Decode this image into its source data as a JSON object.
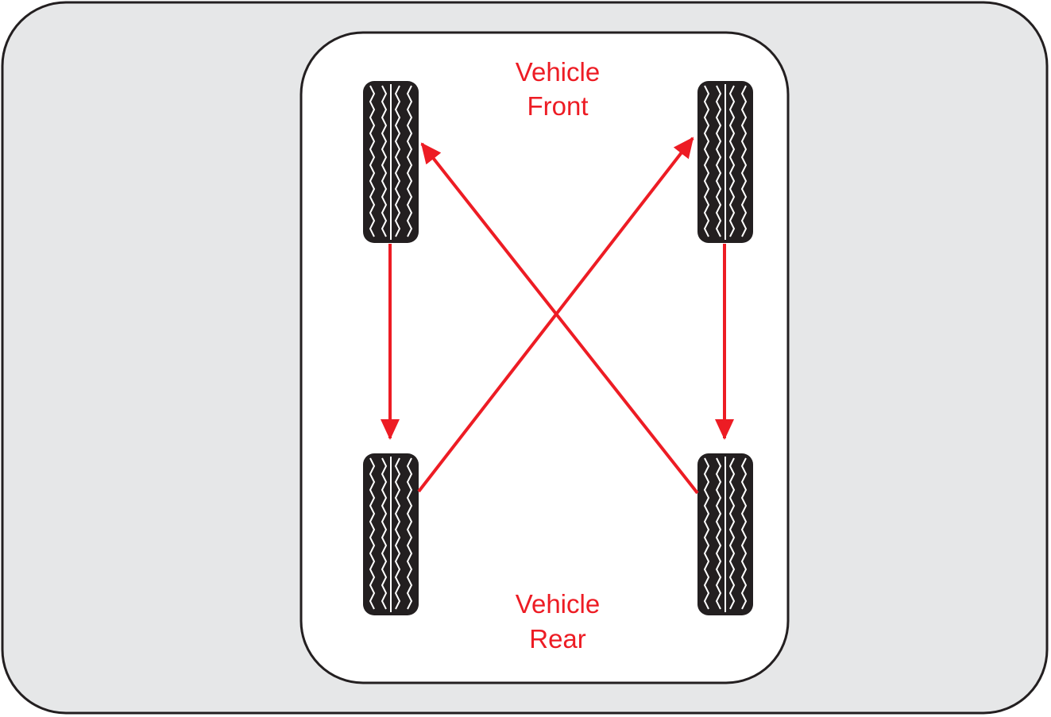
{
  "colors": {
    "background": "#e6e7e8",
    "vehicle_body": "#ffffff",
    "outline": "#231f20",
    "arrow": "#ed1c24",
    "tire": "#231f20",
    "tread": "#ffffff"
  },
  "labels": {
    "front_line1": "Vehicle",
    "front_line2": "Front",
    "rear_line1": "Vehicle",
    "rear_line2": "Rear"
  },
  "icons": {
    "tire": "tire-icon",
    "arrow": "arrow-icon"
  }
}
